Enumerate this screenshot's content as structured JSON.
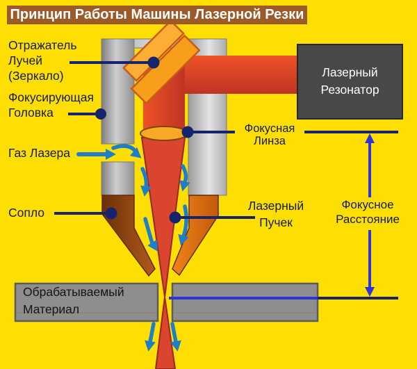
{
  "title": "Принцип Работы Машины Лазерной Резки",
  "labels": {
    "reflector": {
      "lines": [
        "Отражатель",
        "Лучей",
        "(Зеркало)"
      ]
    },
    "focusing_head": {
      "lines": [
        "Фокусирующая",
        "Головка"
      ]
    },
    "laser_gas": {
      "lines": [
        "Газ Лазера"
      ]
    },
    "nozzle": {
      "lines": [
        "Сопло"
      ]
    },
    "resonator": {
      "lines": [
        "Лазерный",
        "Резонатор"
      ]
    },
    "focal_lens": {
      "lines": [
        "Фокусная",
        "Линза"
      ]
    },
    "laser_beam": {
      "lines": [
        "Лазерный",
        "Пучек"
      ]
    },
    "focal_distance": {
      "lines": [
        "Фокусное",
        "Расстояние"
      ]
    },
    "workpiece": {
      "lines": [
        "Обрабатываемый",
        "Материал"
      ]
    }
  },
  "colors": {
    "background": "#FFDF03",
    "title_bar": "#9C5A28",
    "title_text": "#FFFFFF",
    "label_text": "#121C38",
    "workpiece_text": "#141414",
    "pointer_line_navy": "#16246E",
    "gas_arrow_blue": "#1E7FC8",
    "dimension_blue": "#2B35D8",
    "beam_red": "#D84530",
    "mirror_orange": "#F9A21E",
    "lens_orange": "#F9A825",
    "nozzle_brown": "#8A4512",
    "nozzle_orange": "#E07818",
    "housing_gray": "#B5B5B5",
    "resonator_gray": "#484848",
    "resonator_text": "#FFFFFF",
    "workpiece_gray": "#8E8E8E"
  }
}
